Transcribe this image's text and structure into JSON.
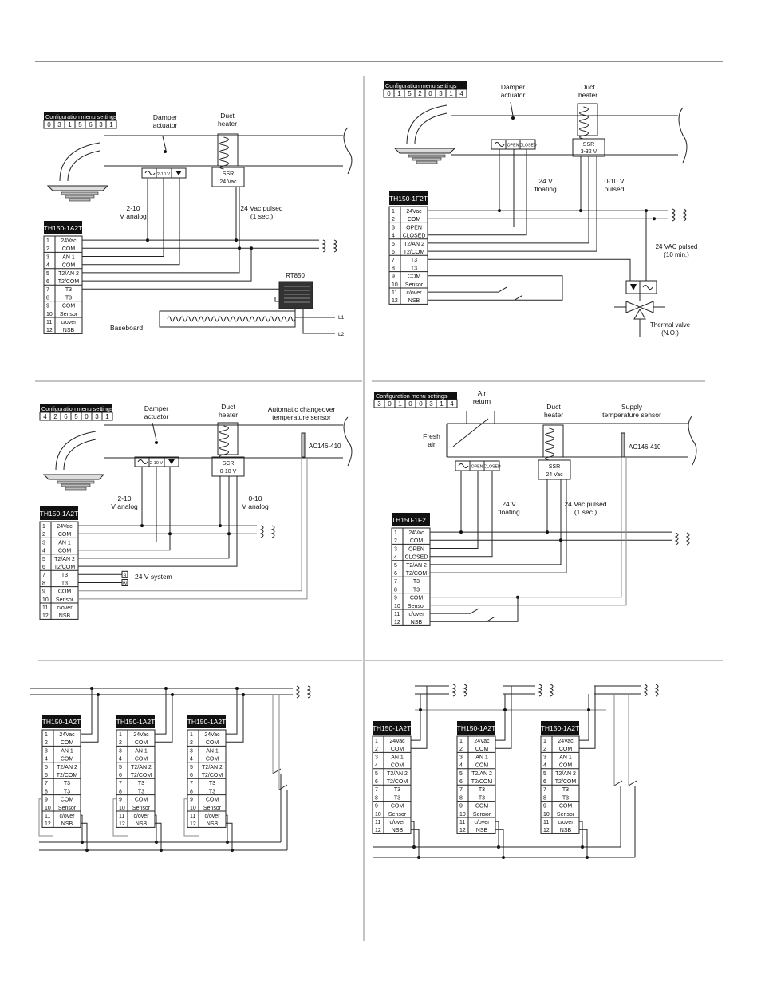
{
  "terminals_a2t": [
    {
      "num": "1",
      "label": "24Vac"
    },
    {
      "num": "2",
      "label": "COM"
    },
    {
      "num": "3",
      "label": "AN 1"
    },
    {
      "num": "4",
      "label": "COM"
    },
    {
      "num": "5",
      "label": "T2/AN 2"
    },
    {
      "num": "6",
      "label": "T2/COM"
    },
    {
      "num": "7",
      "label": "T3"
    },
    {
      "num": "8",
      "label": "T3"
    },
    {
      "num": "9",
      "label": "COM"
    },
    {
      "num": "10",
      "label": "Sensor"
    },
    {
      "num": "11",
      "label": "c/over"
    },
    {
      "num": "12",
      "label": "NSB"
    }
  ],
  "terminals_f2t": [
    {
      "num": "1",
      "label": "24Vac"
    },
    {
      "num": "2",
      "label": "COM"
    },
    {
      "num": "3",
      "label": "OPEN"
    },
    {
      "num": "4",
      "label": "CLOSED"
    },
    {
      "num": "5",
      "label": "T2/AN 2"
    },
    {
      "num": "6",
      "label": "T2/COM"
    },
    {
      "num": "7",
      "label": "T3"
    },
    {
      "num": "8",
      "label": "T3"
    },
    {
      "num": "9",
      "label": "COM"
    },
    {
      "num": "10",
      "label": "Sensor"
    },
    {
      "num": "11",
      "label": "c/over"
    },
    {
      "num": "12",
      "label": "NSB"
    }
  ],
  "common": {
    "config_title": "Configuration menu settings",
    "model_a2t": "TH150-1A2T",
    "model_f2t": "TH150-1F2T",
    "damper": "Damper actuator",
    "duct_heater": "Duct heater",
    "analog_2_10": "2-10 V analog",
    "analog_0_10": "0-10 V analog",
    "floating_24v": "24 V floating",
    "pulsed_24vac_1s": "24 Vac pulsed (1 sec.)",
    "sensor_part": "AC146-410",
    "actuator_2_10": "2-10 V",
    "actuator_open": "OPEN",
    "actuator_closed": "CLOSED"
  },
  "diagram1": {
    "digits": [
      "0",
      "3",
      "1",
      "5",
      "6",
      "3",
      "1"
    ],
    "ssr": "SSR 24 Vac",
    "thermostat": "RT850",
    "baseboard": "Baseboard",
    "l1": "L1",
    "l2": "L2"
  },
  "diagram2": {
    "digits": [
      "0",
      "1",
      "5",
      "2",
      "0",
      "3",
      "1",
      "4"
    ],
    "ssr": "SSR 3-32 V",
    "pulsed_0_10": "0-10 V pulsed",
    "pulsed_10min": "24 VAC pulsed (10 min.)",
    "thermal_valve": "Thermal valve (N.O.)"
  },
  "diagram3": {
    "digits": [
      "4",
      "2",
      "6",
      "5",
      "0",
      "3",
      "1"
    ],
    "scr": "SCR 0-10 V",
    "changeover_sensor": "Automatic changeover temperature sensor",
    "system_24v": "24 V system",
    "rw": [
      "R",
      "W"
    ]
  },
  "diagram4": {
    "digits": [
      "3",
      "0",
      "1",
      "0",
      "0",
      "3",
      "1",
      "4"
    ],
    "air_return": "Air return",
    "fresh_air": "Fresh air",
    "ssr": "SSR 24 Vac",
    "supply_sensor": "Supply temperature sensor"
  }
}
